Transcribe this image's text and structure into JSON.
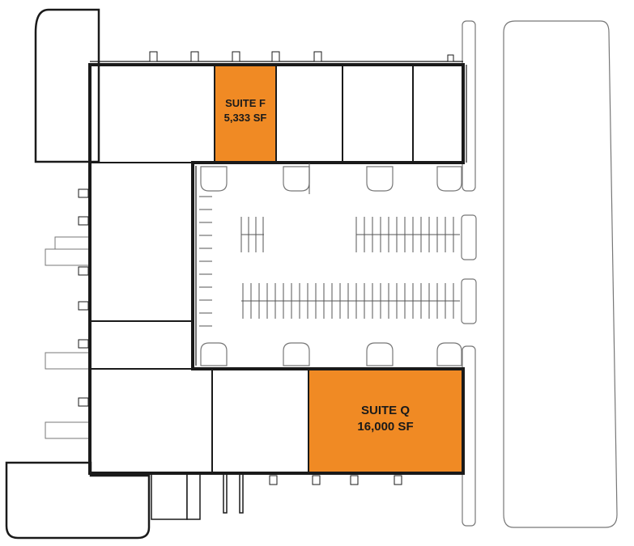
{
  "suites": {
    "f": {
      "name": "SUITE F",
      "area": "5,333 SF",
      "color": "#f08a24"
    },
    "q": {
      "name": "SUITE Q",
      "area": "16,000 SF",
      "color": "#f08a24"
    }
  },
  "colors": {
    "outline": "#1a1a1a",
    "light_outline": "#8c8c8c",
    "parking_line": "#555555"
  }
}
